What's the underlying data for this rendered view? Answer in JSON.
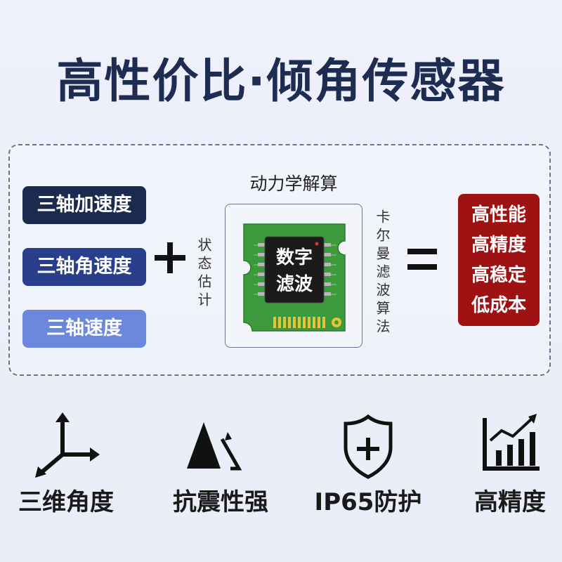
{
  "title": "高性价比·倾角传感器",
  "inputs": [
    "三轴加速度",
    "三轴角速度",
    "三轴速度"
  ],
  "left_vertical_text": "状态估计",
  "chip_caption": "动力学解算",
  "chip_text": [
    "数字",
    "滤波"
  ],
  "right_vertical_text": "卡尔曼滤波算法",
  "results": [
    "高性能",
    "高精度",
    "高稳定",
    "低成本"
  ],
  "features": [
    {
      "icon": "axes-icon",
      "label": "三维角度"
    },
    {
      "icon": "mountain-icon",
      "label": "抗震性强"
    },
    {
      "icon": "shield-icon",
      "label": "IP65防护"
    },
    {
      "icon": "bar-chart-icon",
      "label": "高精度"
    }
  ],
  "colors": {
    "title": "#1e2c52",
    "input1": "#1c2a50",
    "input2": "#2a3f8c",
    "input3": "#6b88dc",
    "result": "#9e1214",
    "pcb": "#3d9a3c"
  }
}
